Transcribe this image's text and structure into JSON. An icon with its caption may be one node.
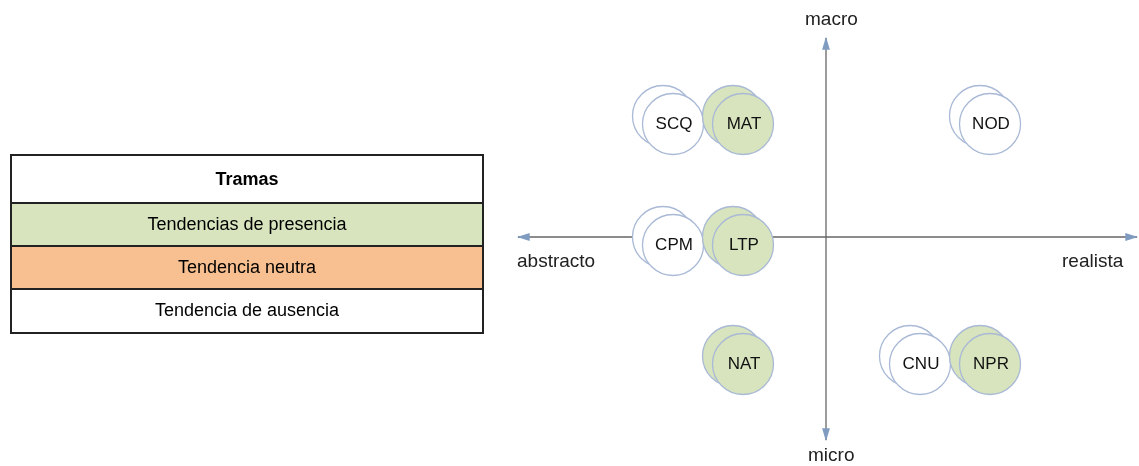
{
  "diagram": {
    "nodes": [
      {
        "text": [
          "SCQ"
        ]
      },
      {
        "text": [
          "MAT"
        ]
      },
      {
        "text": [
          "NOD"
        ]
      },
      {
        "text": [
          "CPM"
        ]
      },
      {
        "text": [
          "LTP"
        ]
      },
      {
        "text": [
          "NAT"
        ]
      },
      {
        "text": [
          "CNU"
        ]
      },
      {
        "text": [
          "NPR"
        ]
      }
    ],
    "edges": [],
    "labels": [
      "Tramas",
      "macro",
      "abstracto",
      "realista",
      "micro"
    ],
    "legend": [
      {
        "text": "Tendencias de presencia",
        "color": "#d7e4bd"
      },
      {
        "text": "Tendencia neutra",
        "color": "#f8c090"
      },
      {
        "text": "Tendencia de ausencia",
        "color": "#ffffff"
      }
    ]
  }
}
